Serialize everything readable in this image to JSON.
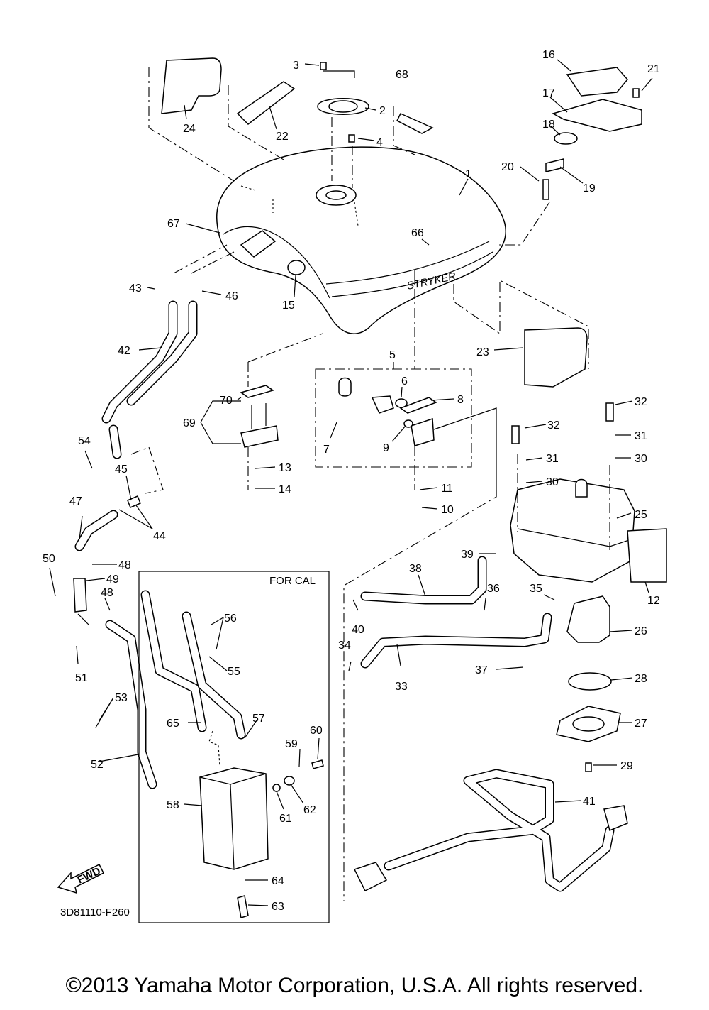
{
  "diagram": {
    "drawing_code": "3D81110-F260",
    "cal_box_label": "FOR CAL",
    "fwd_label": "FWD",
    "tank_badge": "STRYKER",
    "callouts": [
      "1",
      "2",
      "3",
      "4",
      "5",
      "6",
      "7",
      "8",
      "9",
      "10",
      "11",
      "12",
      "13",
      "14",
      "15",
      "16",
      "17",
      "18",
      "19",
      "20",
      "21",
      "22",
      "23",
      "24",
      "25",
      "26",
      "27",
      "28",
      "29",
      "30",
      "31",
      "32",
      "33",
      "34",
      "35",
      "36",
      "37",
      "38",
      "39",
      "40",
      "41",
      "42",
      "43",
      "44",
      "45",
      "46",
      "47",
      "48",
      "49",
      "50",
      "51",
      "52",
      "53",
      "54",
      "55",
      "56",
      "57",
      "58",
      "59",
      "60",
      "61",
      "62",
      "63",
      "64",
      "65",
      "66",
      "67",
      "68",
      "69",
      "70"
    ]
  },
  "copyright": "©2013 Yamaha Motor Corporation, U.S.A. All rights reserved."
}
